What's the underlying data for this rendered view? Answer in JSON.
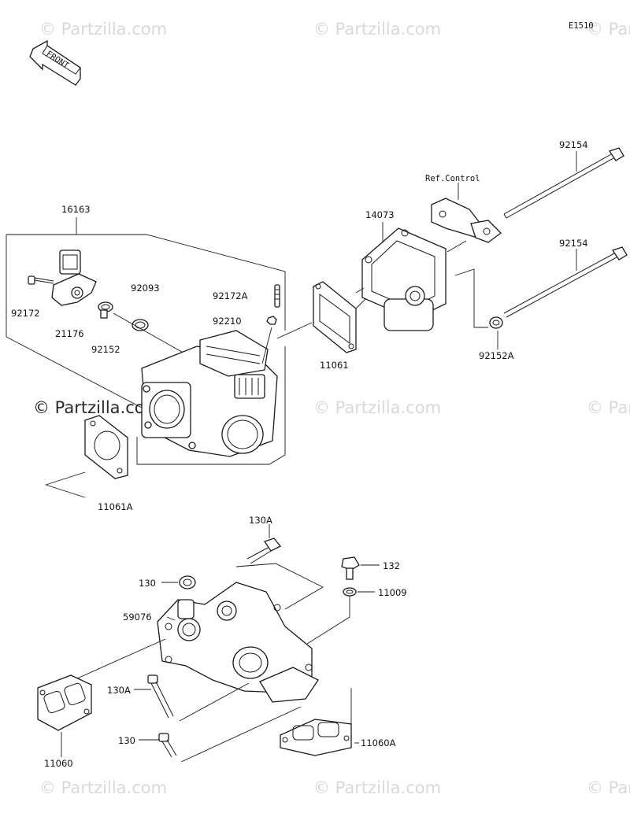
{
  "diagram_code": "E1510",
  "front_label": "FRONT",
  "ref_label": "Ref.Control",
  "watermark": "© Partzilla.com",
  "parts": {
    "p16163": "16163",
    "p92172": "92172",
    "p21176": "21176",
    "p92152": "92152",
    "p92093": "92093",
    "p92172A": "92172A",
    "p92210": "92210",
    "p11061A": "11061A",
    "p11061": "11061",
    "p14073": "14073",
    "p92154a": "92154",
    "p92154b": "92154",
    "p92152A": "92152A",
    "p130A_top": "130A",
    "p130_top": "130",
    "p59076": "59076",
    "p132": "132",
    "p11009": "11009",
    "p130A_bot": "130A",
    "p130_bot": "130",
    "p11060": "11060",
    "p11060A": "11060A"
  }
}
